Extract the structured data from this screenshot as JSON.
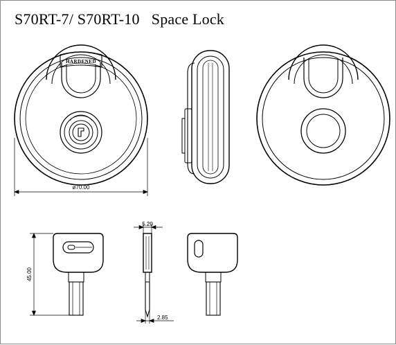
{
  "title": "S70RT-7/ S70RT-10   Space Lock",
  "lock_stamp": "HARDENED",
  "dimensions": {
    "lock_diameter": "ø70.00",
    "key_length": "45.00",
    "key_head_thickness": "5.20",
    "key_blade_thickness": "2.85"
  },
  "colors": {
    "line": "#000000",
    "frame": "#8a8a8a",
    "background": "#ffffff"
  }
}
